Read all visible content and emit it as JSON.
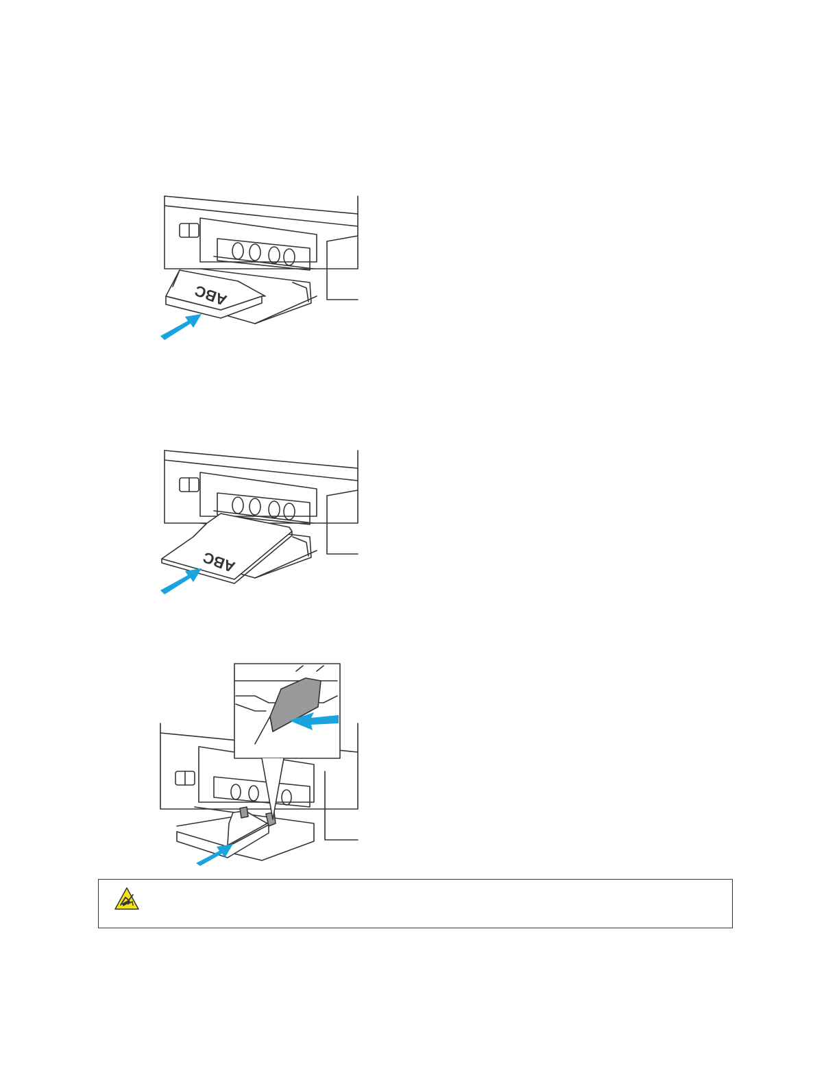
{
  "figures": [
    {
      "label_text": "ABC",
      "variant": "card-stock"
    },
    {
      "label_text": "ABC",
      "variant": "letter-paper"
    },
    {
      "label_text": "",
      "variant": "envelope-with-inset"
    }
  ],
  "warning": {
    "icon": "pinch-hazard-icon",
    "text": ""
  },
  "colors": {
    "arrow": "#1aa3dc",
    "warning_icon_bg": "#f2e21b",
    "line": "#333333",
    "shade": "#9a9a9a"
  }
}
